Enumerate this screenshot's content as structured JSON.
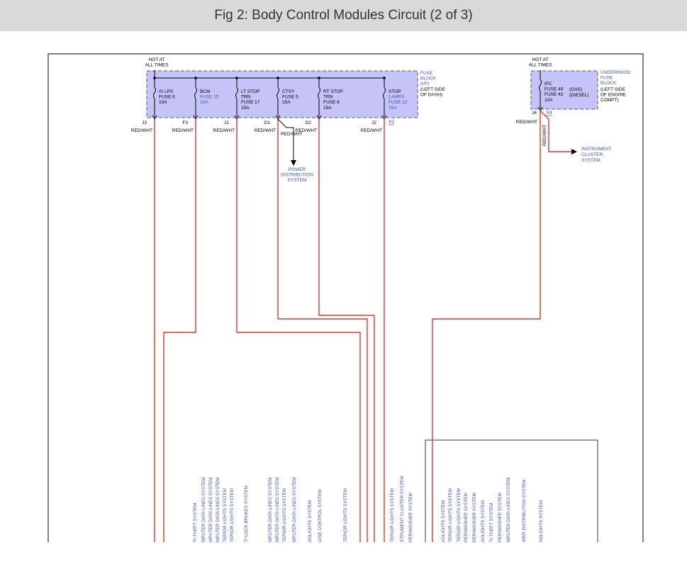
{
  "page": {
    "title": "Fig 2: Body Control Modules Circuit (2 of 3)"
  },
  "colors": {
    "wire": "#e8352b",
    "box_fill": "#c5c3f7",
    "blue_text": "#3d55b8",
    "black": "#000000"
  },
  "fuse_block": {
    "hot_label": [
      "HOT AT",
      "ALL TIMES"
    ],
    "name": [
      "FUSE",
      "BLOCK",
      "(I/P)"
    ],
    "location": [
      "(LEFT SIDE",
      "OF DASH)"
    ],
    "fuses": [
      {
        "lines": [
          "IS LPS",
          "FUSE 6",
          "10A"
        ],
        "blue_lines": 0,
        "terminal": "J3",
        "wire": "RED/WHT"
      },
      {
        "lines": [
          "BCM",
          "FUSE 15",
          "10A"
        ],
        "blue_lines": 2,
        "terminal": "F3",
        "wire": "RED/WHT"
      },
      {
        "lines": [
          "LT STOP",
          "TRN",
          "FUSE 17",
          "15A"
        ],
        "blue_lines": 0,
        "terminal": "J1",
        "wire": "RED/WHT"
      },
      {
        "lines": [
          "CTSY",
          "FUSE 5",
          "15A"
        ],
        "blue_lines": 0,
        "terminal": "D1",
        "wire": "RED/WHT"
      },
      {
        "lines": [
          "RT STOP",
          "TRN",
          "FUSE 8",
          "15A"
        ],
        "blue_lines": 0,
        "terminal": "D2",
        "wire": "RED/WHT"
      },
      {
        "lines": [
          "STOP",
          "LAMPS",
          "FUSE 12",
          "15A"
        ],
        "blue_lines": 3,
        "terminal": "J2",
        "wire": "RED/WHT"
      }
    ],
    "connector": "X1",
    "branch_wire": "RED/WHT",
    "branch_target": [
      "POWER",
      "DISTRIBUTION",
      "SYSTEM"
    ]
  },
  "underhood": {
    "hot_label": [
      "HOT AT",
      "ALL TIMES"
    ],
    "name": [
      "UNDERHOOD",
      "FUSE",
      "BLOCK"
    ],
    "location": [
      "(LEFT SIDE",
      "OF ENGINE",
      "COMPT)"
    ],
    "fuse": {
      "lines": [
        "IPC",
        "FUSE 46",
        "FUSE 43",
        "10A"
      ],
      "notes": [
        "(GAS)",
        "(DIESEL)"
      ]
    },
    "terminal": "J4",
    "connector": "X4",
    "wire": "RED/WHT",
    "wire_vertical": "RED/WHT",
    "branch_target": [
      "INSTRUMENT",
      "CLUSTER",
      "SYSTEM"
    ]
  },
  "bottom_labels": [
    "TI-THEFT SYSTEM",
    "MPUTER DATA LINES SYSTEM",
    "MPUTER DATA LINES SYSTEM",
    "MPUTER DATA LINES SYSTEM",
    "TERIOR LIGHTS SYSTEM",
    "TERIOR LIGHTS SYSTEM",
    "TI-LOCK BRAKES SYSTEM",
    "MPUTER DATA LINES SYSTEM",
    "MPUTER DATA LINES SYSTEM",
    "TERIOR LIGHTS SYSTEM",
    "MPUTER DATA LINES SYSTEM",
    "ADLIGHTS SYSTEM",
    "UISE CONTROL SYSTEM",
    "TERIOR LIGHTS SYSTEM",
    "TERIOR LIGHTS SYSTEM",
    "STRUMENT CLUSTER SYSTEM",
    "PER/WASHER SYSTEM",
    "ADLIGHTS SYSTEM",
    "TERIOR LIGHTS SYSTEM",
    "TERIOR LIGHTS SYSTEM",
    "PER/WASHER SYSTEM",
    "PER/WASHER SYSTEM",
    "ADLIGHTS SYSTEM",
    "TI-THEFT SYSTEM",
    "PER/WASHER SYSTEM",
    "MPUTER DATA LINES SYSTEM",
    "WER DISTRIBUTION SYSTEM",
    "ADLIGHTS SYSTEM"
  ]
}
